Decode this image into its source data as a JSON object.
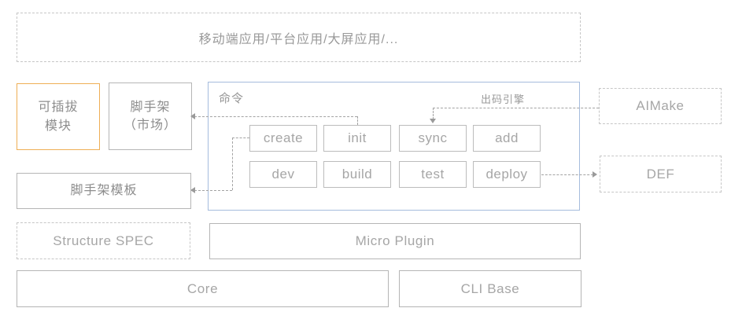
{
  "diagram": {
    "top_banner": {
      "label": "移动端应用/平台应用/大屏应用/..."
    },
    "pluggable_module": {
      "line1": "可插拔",
      "line2": "模块"
    },
    "scaffold_market": {
      "line1": "脚手架",
      "line2": "（市场）"
    },
    "command_panel": {
      "title": "命令",
      "engine_label": "出码引擎",
      "buttons": [
        "create",
        "init",
        "sync",
        "add",
        "dev",
        "build",
        "test",
        "deploy"
      ]
    },
    "aimake": {
      "label": "AIMake"
    },
    "def_box": {
      "label": "DEF"
    },
    "scaffold_template": {
      "label": "脚手架模板"
    },
    "structure_spec": {
      "label": "Structure SPEC"
    },
    "micro_plugin": {
      "label": "Micro Plugin"
    },
    "core": {
      "label": "Core"
    },
    "cli_base": {
      "label": "CLI Base"
    },
    "colors": {
      "accent_orange": "#eeae55",
      "accent_blue": "#a5bcdd",
      "solid_border": "#b5b5b5",
      "dashed_border": "#c6c6c6",
      "connector": "#a3a3a3",
      "text_chinese": "#8d8d8d",
      "text_english": "#a6a6a6"
    }
  }
}
